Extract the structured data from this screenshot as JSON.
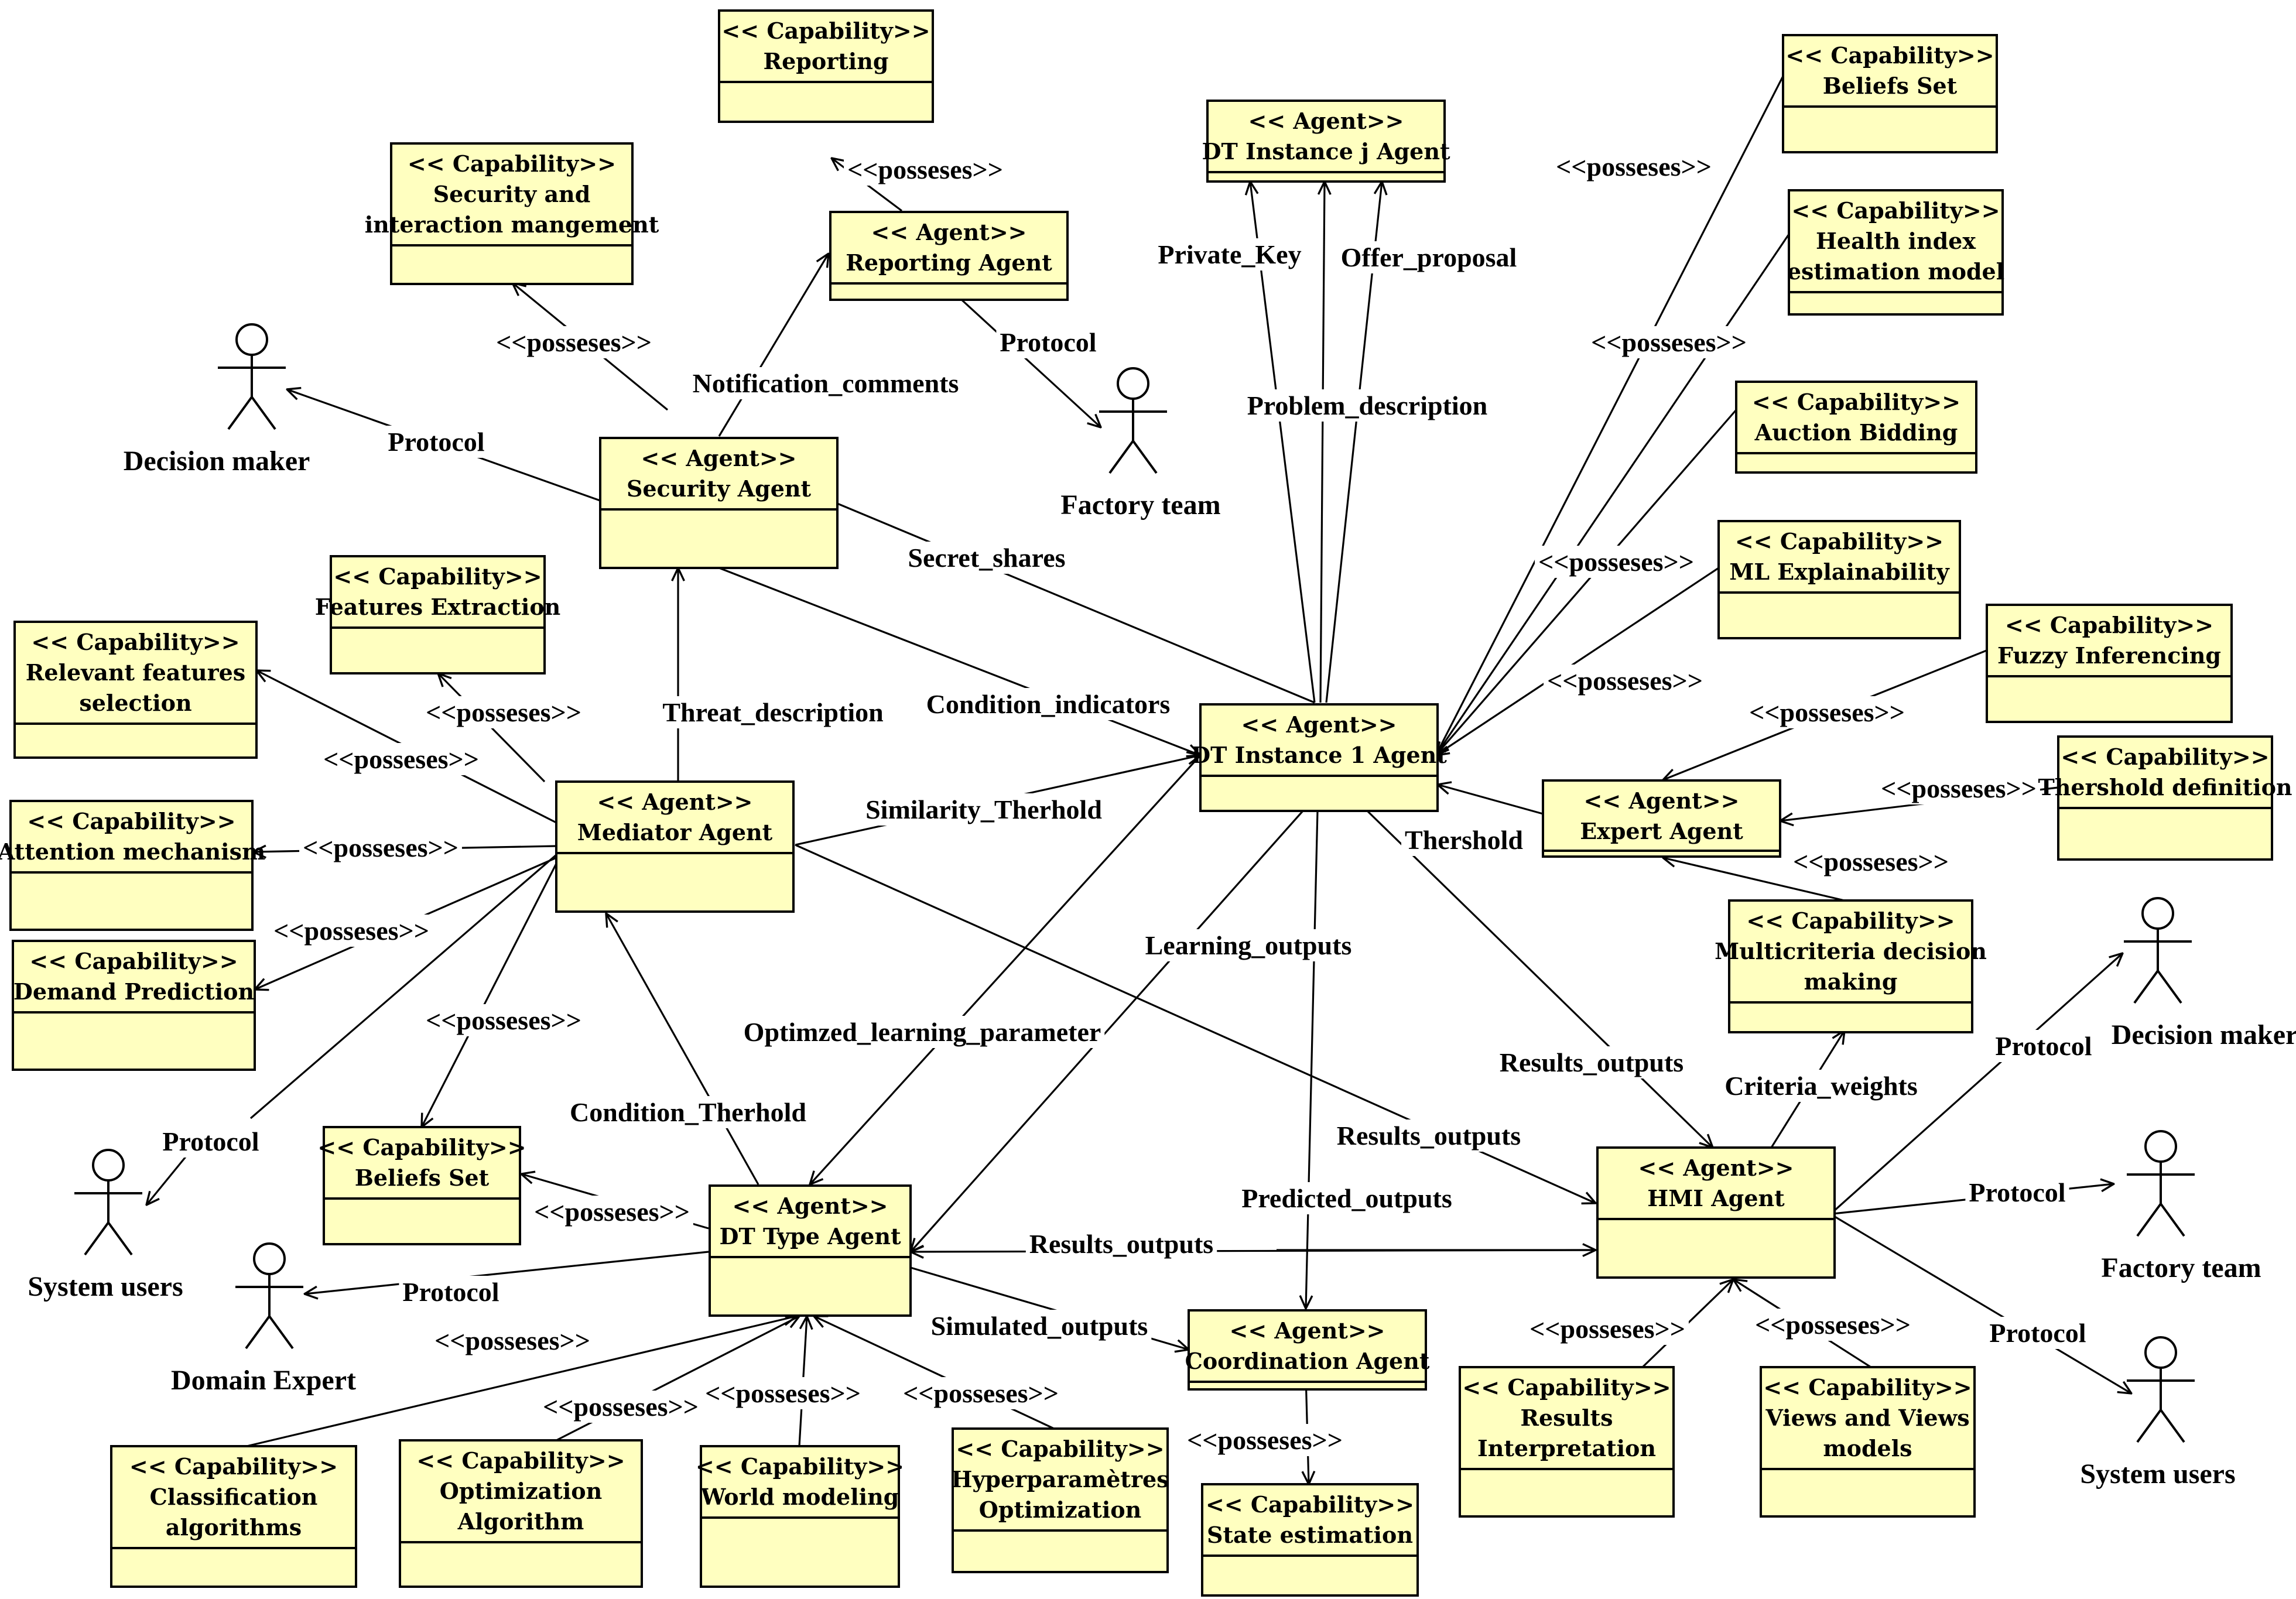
{
  "colors": {
    "box_fill": "#ffffc0",
    "stroke": "#000000"
  },
  "boxes": {
    "reporting_cap": [
      "<< Capability>>",
      "Reporting"
    ],
    "security_interaction_cap": [
      "<< Capability>>",
      "Security and",
      "interaction mangement"
    ],
    "reporting_agent": [
      "<< Agent>>",
      "Reporting Agent"
    ],
    "dt_instance_j_agent": [
      "<< Agent>>",
      "DT Instance j Agent"
    ],
    "beliefs_set_cap_right": [
      "<< Capability>>",
      "Beliefs Set"
    ],
    "health_index_cap": [
      "<< Capability>>",
      "Health index",
      "estimation model"
    ],
    "auction_bidding_cap": [
      "<< Capability>>",
      "Auction Bidding"
    ],
    "ml_explainability_cap": [
      "<< Capability>>",
      "ML Explainability"
    ],
    "fuzzy_inferencing_cap": [
      "<< Capability>>",
      "Fuzzy Inferencing"
    ],
    "security_agent": [
      "<< Agent>>",
      "Security Agent"
    ],
    "features_extraction_cap": [
      "<< Capability>>",
      "Features Extraction"
    ],
    "relevant_features_cap": [
      "<< Capability>>",
      "Relevant features",
      "selection"
    ],
    "dt_instance_1_agent": [
      "<< Agent>>",
      "DT Instance 1 Agent"
    ],
    "expert_agent": [
      "<< Agent>>",
      "Expert Agent"
    ],
    "thershold_definition_cap": [
      "<< Capability>>",
      "Thershold definition"
    ],
    "mediator_agent": [
      "<< Agent>>",
      "Mediator Agent"
    ],
    "attention_mechanism_cap": [
      "<< Capability>>",
      "Attention mechanism"
    ],
    "demand_prediction_cap": [
      "<< Capability>>",
      "Demand Prediction"
    ],
    "multicriteria_cap": [
      "<< Capability>>",
      "Multicriteria decision",
      "making"
    ],
    "beliefs_set_cap_left": [
      "<< Capability>>",
      "Beliefs Set"
    ],
    "dt_type_agent": [
      "<< Agent>>",
      "DT Type Agent"
    ],
    "hmi_agent": [
      "<< Agent>>",
      "HMI Agent"
    ],
    "coordination_agent": [
      "<< Agent>>",
      "Coordination Agent"
    ],
    "results_interpretation_cap": [
      "<< Capability>>",
      "Results",
      "Interpretation"
    ],
    "views_models_cap": [
      "<< Capability>>",
      "Views and Views",
      "models"
    ],
    "hyperparam_cap": [
      "<< Capability>>",
      "Hyperparamètres",
      "Optimization"
    ],
    "classification_cap": [
      "<< Capability>>",
      "Classification",
      "algorithms"
    ],
    "optimization_algo_cap": [
      "<< Capability>>",
      "Optimization",
      "Algorithm"
    ],
    "world_modeling_cap": [
      "<< Capability>>",
      "World modeling"
    ],
    "state_estimation_cap": [
      "<< Capability>>",
      "State estimation"
    ]
  },
  "actors": {
    "decision_maker_left": "Decision maker",
    "factory_team_top": "Factory team",
    "system_users_left": "System users",
    "domain_expert": "Domain Expert",
    "decision_maker_right": "Decision maker",
    "factory_team_right": "Factory team",
    "system_users_right": "System users"
  },
  "labels": {
    "posseses_reporting": "<<posseses>>",
    "posseses_security_cap": "<<posseses>>",
    "notification_comments": "Notification_comments",
    "protocol_factory_top": "Protocol",
    "protocol_decision_left": "Protocol",
    "private_key": "Private_Key",
    "offer_proposal": "Offer_proposal",
    "problem_description": "Problem_description",
    "secret_shares": "Secret_shares",
    "posseses_beliefs_right": "<<posseses>>",
    "posseses_health": "<<posseses>>",
    "posseses_auction": "<<posseses>>",
    "posseses_ml": "<<posseses>>",
    "posseses_fuzzy": "<<posseses>>",
    "posseses_thershold_def": "<<posseses>>",
    "posseses_multicriteria": "<<posseses>>",
    "thershold": "Thershold",
    "condition_indicators": "Condition_indicators",
    "threat_description": "Threat_description",
    "similarity_therhold": "Similarity_Therhold",
    "posseses_features_extraction": "<<posseses>>",
    "posseses_relevant": "<<posseses>>",
    "posseses_attention": "<<posseses>>",
    "posseses_demand": "<<posseses>>",
    "posseses_beliefs_left": "<<posseses>>",
    "protocol_system_users_left": "Protocol",
    "learning_outputs": "Learning_outputs",
    "optimized_learning_parameter": "Optimzed_learning_parameter",
    "results_outputs_instance": "Results_outputs",
    "criteria_weights": "Criteria_weights",
    "results_outputs_mediator": "Results_outputs",
    "condition_therhold": "Condition_Therhold",
    "protocol_decision_right": "Protocol",
    "protocol_factory_right": "Protocol",
    "protocol_system_users_right": "Protocol",
    "predicted_outputs": "Predicted_outputs",
    "results_outputs_dttype": "Results_outputs",
    "posseses_beliefs_left_dttype": "<<posseses>>",
    "protocol_domain_expert": "Protocol",
    "simulated_outputs": "Simulated_outputs",
    "posseses_classification": "<<posseses>>",
    "posseses_optimization": "<<posseses>>",
    "posseses_world": "<<posseses>>",
    "posseses_hyperparam": "<<posseses>>",
    "posseses_state": "<<posseses>>",
    "posseses_results_interp": "<<posseses>>",
    "posseses_views": "<<posseses>>"
  }
}
